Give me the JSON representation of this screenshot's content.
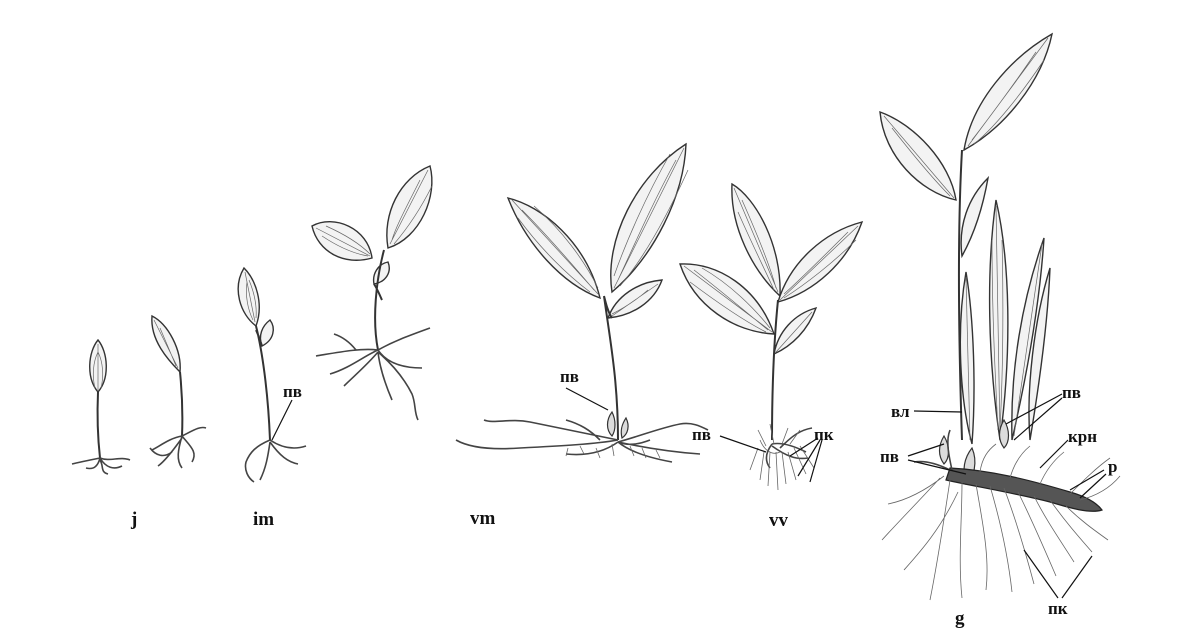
{
  "stages": [
    {
      "id": "j",
      "label": "j"
    },
    {
      "id": "im",
      "label": "im"
    },
    {
      "id": "vm",
      "label": "vm"
    },
    {
      "id": "vv",
      "label": "vv"
    },
    {
      "id": "g",
      "label": "g"
    }
  ],
  "callouts": {
    "im_pv": "пв",
    "vm_pv": "пв",
    "vv_pv": "пв",
    "vv_pk": "пк",
    "g_vl": "вл",
    "g_pv_upper": "пв",
    "g_pv_lower": "пв",
    "g_krn": "крн",
    "g_r": "р",
    "g_pk": "пк"
  },
  "colors": {
    "ink": "#333333",
    "leaf_fill": "#f3f3f3",
    "background": "#ffffff"
  }
}
